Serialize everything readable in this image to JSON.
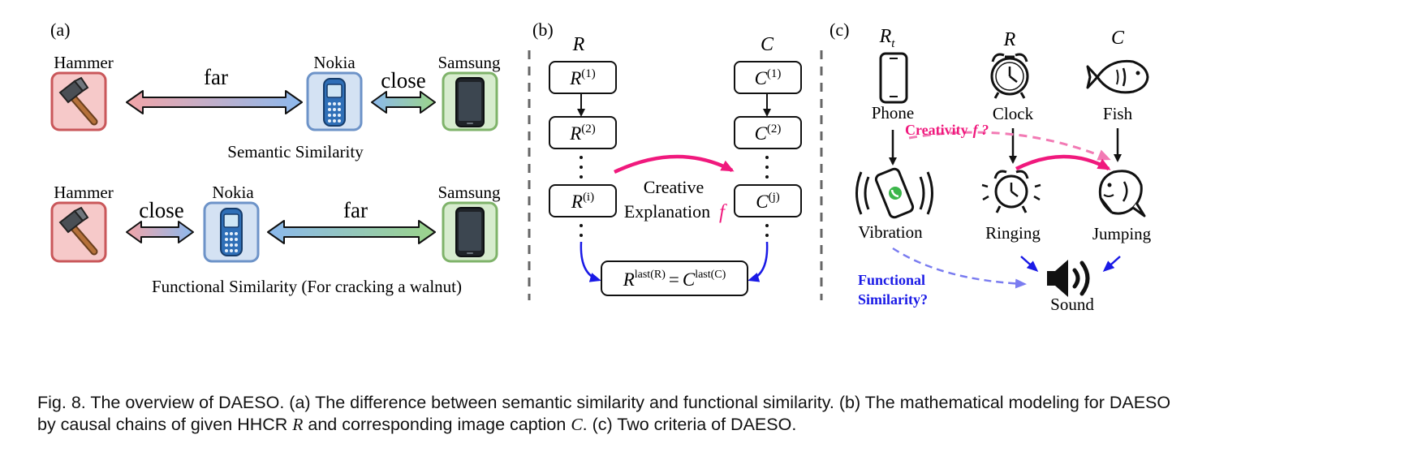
{
  "panel_a": {
    "label": "(a)",
    "row1": {
      "hammer": "Hammer",
      "nokia": "Nokia",
      "samsung": "Samsung",
      "far": "far",
      "close": "close",
      "caption": "Semantic Similarity"
    },
    "row2": {
      "hammer": "Hammer",
      "nokia": "Nokia",
      "samsung": "Samsung",
      "close": "close",
      "far": "far",
      "caption": "Functional Similarity (For cracking a walnut)"
    }
  },
  "panel_b": {
    "label": "(b)",
    "col_r": "R",
    "col_c": "C",
    "r_boxes": [
      {
        "base": "R",
        "sup": "(1)"
      },
      {
        "base": "R",
        "sup": "(2)"
      },
      {
        "base": "R",
        "sup": "(i)"
      }
    ],
    "c_boxes": [
      {
        "base": "C",
        "sup": "(1)"
      },
      {
        "base": "C",
        "sup": "(2)"
      },
      {
        "base": "C",
        "sup": "(j)"
      }
    ],
    "creative_line1": "Creative",
    "creative_line2": "Explanation",
    "f": "f",
    "final": {
      "lhs": "R",
      "lhs_sup": "last(R)",
      "eq": "=",
      "rhs": "C",
      "rhs_sup": "last(C)"
    }
  },
  "panel_c": {
    "label": "(c)",
    "col_rt": "R",
    "col_rt_sub": "t",
    "col_r": "R",
    "col_c": "C",
    "phone": "Phone",
    "clock": "Clock",
    "fish": "Fish",
    "vibration": "Vibration",
    "ringing": "Ringing",
    "jumping": "Jumping",
    "sound": "Sound",
    "creativity": "Creativity",
    "creativity_f": "f ?",
    "functional_line1": "Functional",
    "functional_line2": "Similarity?"
  },
  "caption": {
    "part1": "Fig. 8. The overview of DAESO. (a) The difference between semantic similarity and functional similarity. (b) The mathematical modeling for DAESO",
    "part2": "by causal chains of given HHCR ",
    "r": "R",
    "part3": " and corresponding image caption ",
    "c": "C",
    "part4": ". (c) Two criteria of DAESO."
  },
  "colors": {
    "hammer_bg": "#f6c9c9",
    "hammer_border": "#c9575a",
    "nokia_bg": "#d4e2f3",
    "nokia_border": "#6d93c8",
    "samsung_bg": "#d7ecce",
    "samsung_border": "#7fb36a",
    "magenta": "#f0197d",
    "pink_dashed": "#f27ab4",
    "blue": "#1a1ae6",
    "blue_dashed": "#7a7cf0"
  }
}
